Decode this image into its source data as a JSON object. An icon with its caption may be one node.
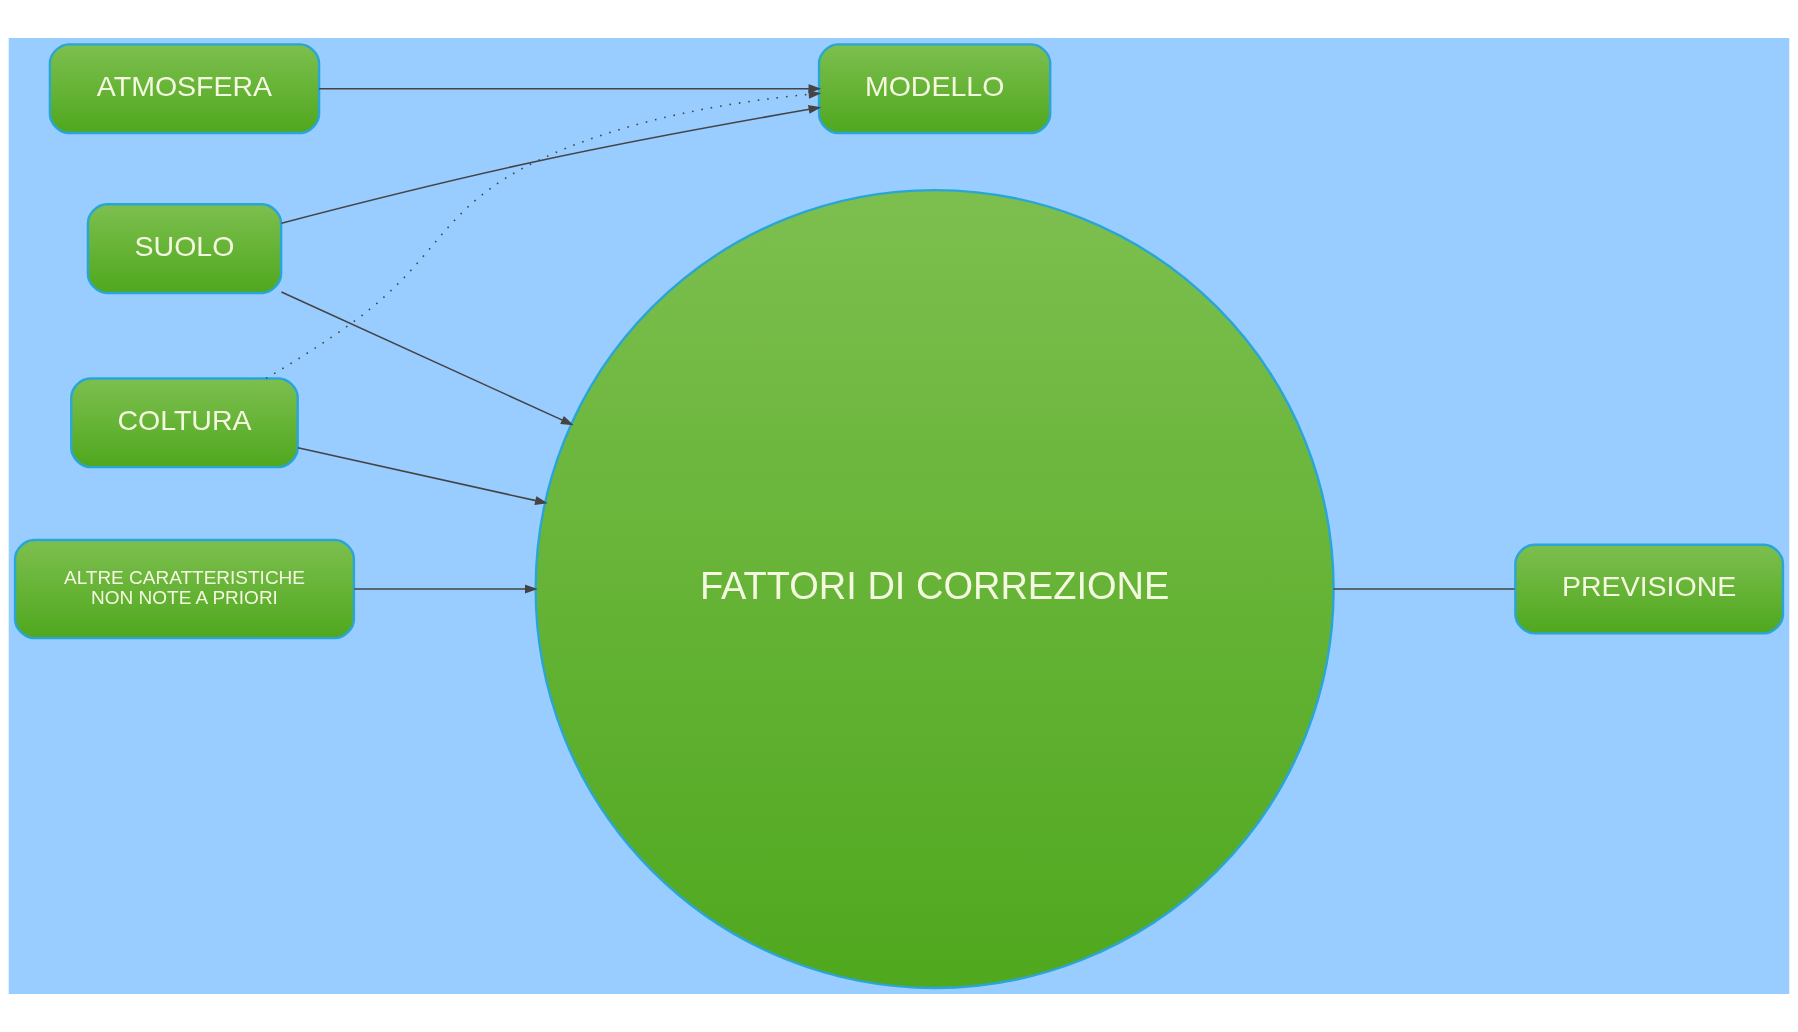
{
  "diagram": {
    "nodes": [
      {
        "text": [
          "ATMOSFERA"
        ]
      },
      {
        "text": [
          "MODELLO"
        ]
      },
      {
        "text": [
          "SUOLO"
        ]
      },
      {
        "text": [
          "COLTURA"
        ]
      },
      {
        "text": [
          "FATTORI DI CORREZIONE"
        ]
      },
      {
        "text": [
          "PREVISIONE"
        ]
      },
      {
        "text": [
          "ALTRE CARATTERISTICHE",
          "NON NOTE A PRIORI"
        ]
      }
    ],
    "edges": [
      {
        "from": 0,
        "to": 1,
        "arrow": "to"
      },
      {
        "from": 2,
        "to": 1,
        "arrow": "to"
      },
      {
        "from": 3,
        "to": 1,
        "arrow": "to",
        "style": "dashed"
      },
      {
        "from": 2,
        "to": 4,
        "arrow": "to"
      },
      {
        "from": 3,
        "to": 4,
        "arrow": "to"
      },
      {
        "from": 6,
        "to": 4,
        "arrow": "to"
      },
      {
        "from": 4,
        "to": 5,
        "arrow": "none"
      }
    ]
  }
}
